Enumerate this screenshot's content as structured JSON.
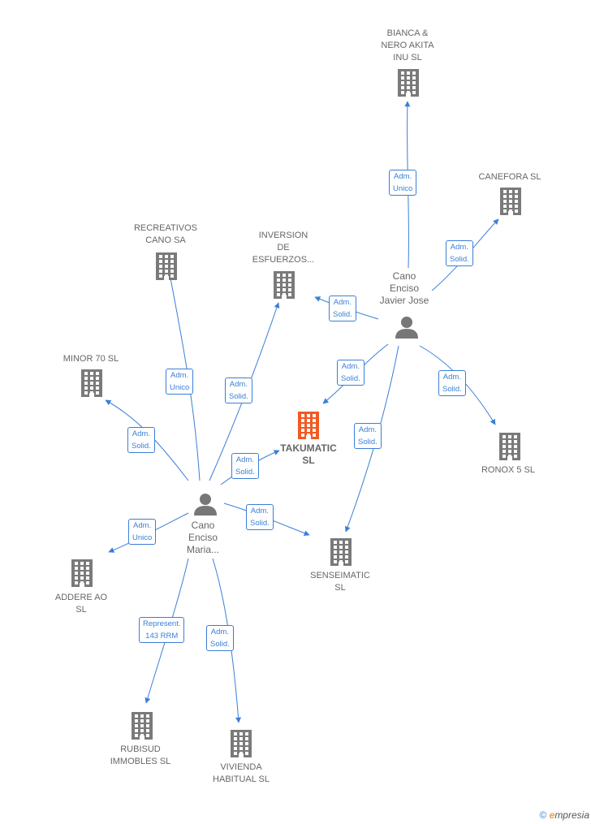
{
  "companies": {
    "bianca": "BIANCA &\nNERO AKITA\nINU SL",
    "canefora": "CANEFORA SL",
    "recreativos": "RECREATIVOS\nCANO SA",
    "inversion": "INVERSION\nDE\nESFUERZOS...",
    "minor70": "MINOR 70 SL",
    "takumatic": "TAKUMATIC\nSL",
    "ronox": "RONOX 5 SL",
    "senseimatic": "SENSEIMATIC\nSL",
    "addere": "ADDERE AO\nSL",
    "rubisud": "RUBISUD\nIMMOBLES SL",
    "vivienda": "VIVIENDA\nHABITUAL SL"
  },
  "persons": {
    "javier": "Cano\nEnciso\nJavier Jose",
    "maria": "Cano\nEnciso\nMaria..."
  },
  "edges": {
    "j_bianca": "Adm.\nUnico",
    "j_canefora": "Adm.\nSolid.",
    "j_inversion": "Adm.\nSolid.",
    "j_takumatic": "Adm.\nSolid.",
    "j_ronox": "Adm.\nSolid.",
    "j_senseimatic": "Adm.\nSolid.",
    "m_recreativos": "Adm.\nUnico",
    "m_inversion": "Adm.\nSolid.",
    "m_minor70": "Adm.\nSolid.",
    "m_takumatic": "Adm.\nSolid.",
    "m_senseimatic": "Adm.\nSolid.",
    "m_addere": "Adm.\nUnico",
    "m_rubisud": "Represent.\n143 RRM",
    "m_vivienda": "Adm.\nSolid."
  },
  "footer": {
    "copyright": "©",
    "brand_e": "e",
    "brand_rest": "mpresia"
  },
  "colors": {
    "edge": "#3a7fd6",
    "building": "#7a7a7a",
    "center_building": "#f15a24",
    "person": "#777777"
  }
}
